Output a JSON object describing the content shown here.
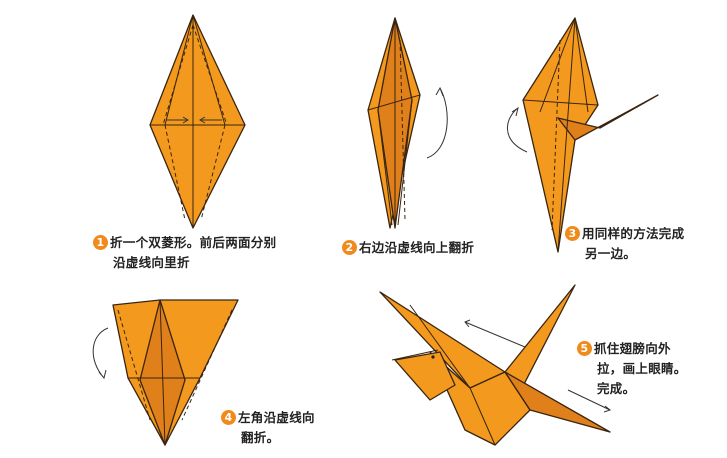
{
  "steps": [
    {
      "number": "1",
      "line1": "折一个双菱形。前后两面分别",
      "line2": "沿虚线向里折"
    },
    {
      "number": "2",
      "line1": "右边沿虚线向上翻折",
      "line2": ""
    },
    {
      "number": "3",
      "line1": "用同样的方法完成",
      "line2": "另一边。"
    },
    {
      "number": "4",
      "line1": "左角沿虚线向",
      "line2": "翻折。"
    },
    {
      "number": "5",
      "line1": "抓住翅膀向外",
      "line2": "拉，画上眼睛。",
      "line3": "完成。"
    }
  ],
  "colors": {
    "paper": "#f39a1e",
    "number_badge": "#f08a1c"
  }
}
